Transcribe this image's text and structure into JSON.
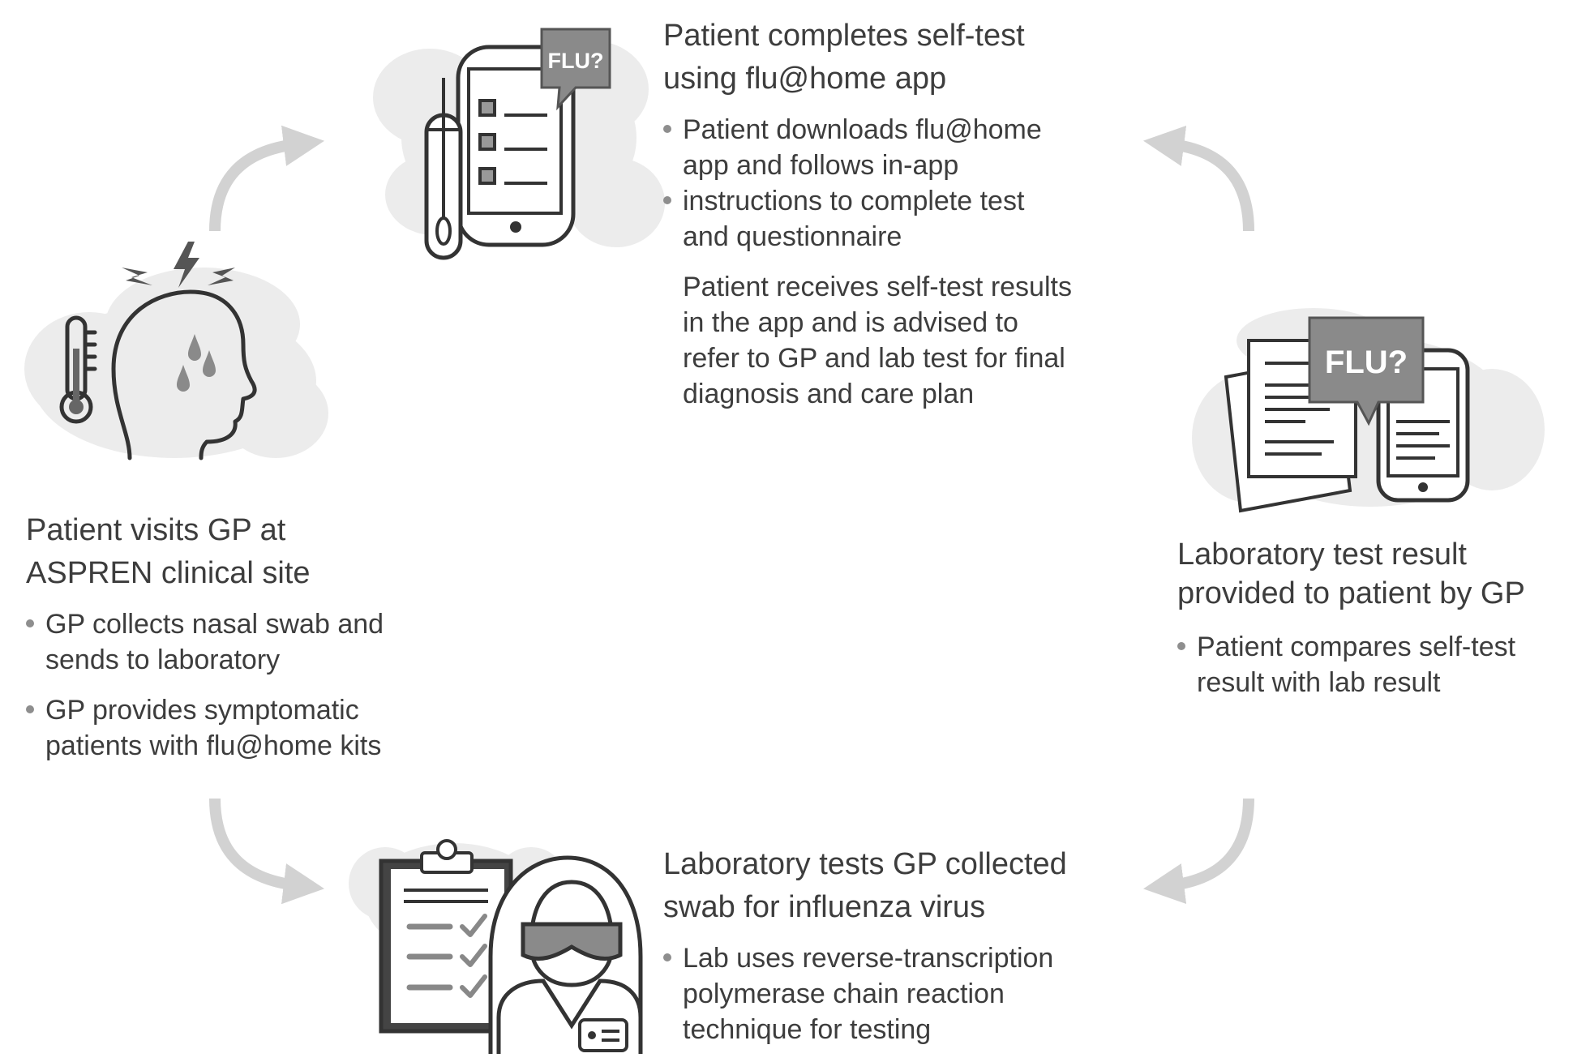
{
  "steps": [
    {
      "id": "gp-visit",
      "heading_lines": [
        "Patient visits GP at",
        "ASPREN clinical site"
      ],
      "bullets": [
        [
          "GP collects nasal swab and",
          "sends to laboratory"
        ],
        [
          "GP provides symptomatic",
          "patients with flu@home kits"
        ]
      ],
      "icon": "feverish-patient-icon"
    },
    {
      "id": "self-test",
      "heading_lines": [
        "Patient completes self-test",
        "using flu@home app"
      ],
      "bullets": [
        [
          "Patient downloads flu@home",
          "app and follows in-app"
        ],
        [
          "instructions to complete test",
          "and questionnaire"
        ],
        [
          "Patient receives self-test results",
          "in the app and is advised to",
          "refer to GP and lab test for final",
          "diagnosis and care plan"
        ]
      ],
      "icon": "phone-swab-icon",
      "icon_label": "FLU?"
    },
    {
      "id": "lab-result",
      "heading_lines": [
        "Laboratory test result",
        "provided to patient by GP"
      ],
      "bullets": [
        [
          "Patient compares self-test",
          "result with lab result"
        ]
      ],
      "icon": "report-and-phone-icon",
      "icon_label": "FLU?"
    },
    {
      "id": "lab-tests",
      "heading_lines": [
        "Laboratory tests GP collected",
        "swab for influenza virus"
      ],
      "bullets": [
        [
          "Lab uses reverse-transcription",
          "polymerase chain reaction",
          "technique for testing"
        ]
      ],
      "icon": "lab-technician-icon"
    }
  ],
  "colors": {
    "text": "#3d3d3d",
    "icon_stroke": "#333333",
    "cloud": "#ececec",
    "arrow": "#d2d2d2",
    "bubble": "#8a8a8a"
  },
  "arrows": [
    "arrow-to-self-test",
    "arrow-to-lab-result",
    "arrow-to-lab-tests",
    "arrow-back-to-gp"
  ]
}
